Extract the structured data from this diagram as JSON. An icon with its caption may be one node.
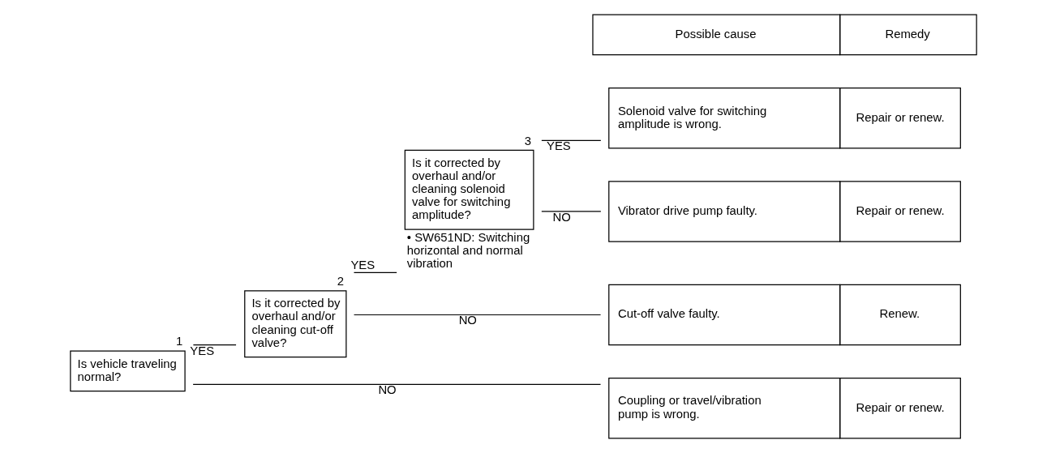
{
  "diagram": {
    "nodes": [
      {
        "text": [
          "Is vehicle traveling normal?"
        ],
        "beside": [
          "1"
        ]
      },
      {
        "text": [
          "Is it corrected by overhaul and/or cleaning cut-off valve?"
        ],
        "beside": [
          "2"
        ]
      },
      {
        "text": [
          "Is it corrected by overhaul and/or cleaning solenoid valve for switching amplitude?"
        ],
        "beside": [
          "3",
          "• SW651ND: Switching horizontal and normal vibration"
        ]
      },
      {
        "text": [
          "Solenoid valve for switching amplitude is wrong."
        ],
        "beside": [
          "Repair or renew."
        ]
      },
      {
        "text": [
          "Vibrator drive pump faulty."
        ],
        "beside": [
          "Repair or renew."
        ]
      },
      {
        "text": [
          "Cut-off valve faulty."
        ],
        "beside": [
          "Renew."
        ]
      },
      {
        "text": [
          "Coupling or travel/vibration pump is wrong."
        ],
        "beside": [
          "Repair or renew."
        ]
      }
    ],
    "edges": [
      {
        "from": 0,
        "to": 1,
        "arrow": "none",
        "label": "YES"
      },
      {
        "from": 1,
        "to": 2,
        "arrow": "none",
        "label": "YES"
      },
      {
        "from": 2,
        "to": 3,
        "arrow": "none",
        "label": "YES"
      },
      {
        "from": 2,
        "to": 4,
        "arrow": "none",
        "label": "NO"
      },
      {
        "from": 1,
        "to": 5,
        "arrow": "none",
        "label": "NO"
      },
      {
        "from": 0,
        "to": 6,
        "arrow": "none",
        "label": "NO"
      }
    ],
    "labels": [
      "Possible cause",
      "Remedy"
    ]
  }
}
